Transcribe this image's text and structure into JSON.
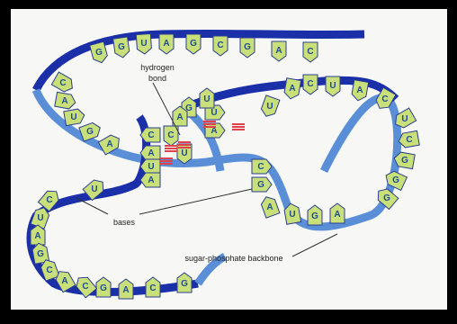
{
  "labels": {
    "hydrogen_bond_line1": "hydrogen",
    "hydrogen_bond_line2": "bond",
    "bases": "bases",
    "backbone": "sugar-phosphate backbone"
  },
  "bases": {
    "top_arc": [
      "G",
      "G",
      "U",
      "A",
      "G",
      "C",
      "G",
      "A",
      "C"
    ],
    "right_loop": [
      "U",
      "A",
      "C",
      "U",
      "A",
      "C",
      "U",
      "C",
      "G",
      "G",
      "G"
    ],
    "lower_right": [
      "A",
      "U",
      "G",
      "A"
    ],
    "bottom_arc": [
      "G",
      "A",
      "C",
      "G"
    ],
    "left_arc": [
      "C",
      "A",
      "U",
      "G",
      "A",
      "C",
      "U",
      "A",
      "G",
      "C",
      "A",
      "C",
      "U"
    ],
    "stem_left": [
      "C",
      "A",
      "U",
      "A"
    ],
    "stem_right": [
      "U",
      "A",
      "G",
      "C"
    ],
    "stem_center": [
      "C",
      "U",
      "G",
      "U",
      "A"
    ]
  },
  "colors": {
    "backbone_dark": "#1a2fa8",
    "backbone_light": "#5a8fd8",
    "base_fill": "#c9e07a",
    "base_stroke": "#2a3d8f",
    "hbond": "#e0424d",
    "frame": "#000000"
  }
}
